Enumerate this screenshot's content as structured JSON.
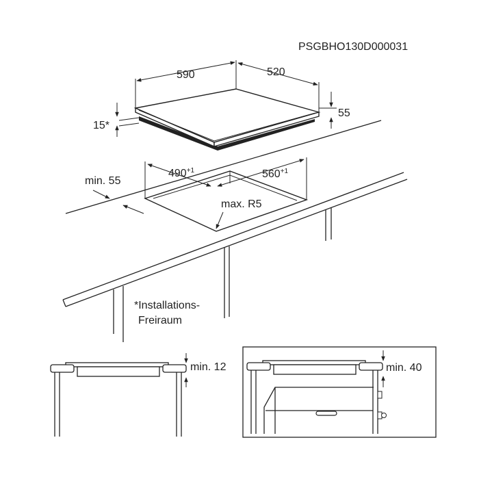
{
  "document_code": "PSGBHO130D000031",
  "dimensions": {
    "width": "590",
    "depth": "520",
    "height": "55",
    "gap_15": "15*",
    "cutout_width": "560",
    "cutout_width_tol": "+1",
    "cutout_depth": "490",
    "cutout_depth_tol": "+1",
    "edge_min": "min. 55",
    "radius": "max. R5",
    "clearance_left": "min. 12",
    "clearance_right": "min. 40"
  },
  "footnote": {
    "line1": "*Installations-",
    "line2": "Freiraum"
  }
}
